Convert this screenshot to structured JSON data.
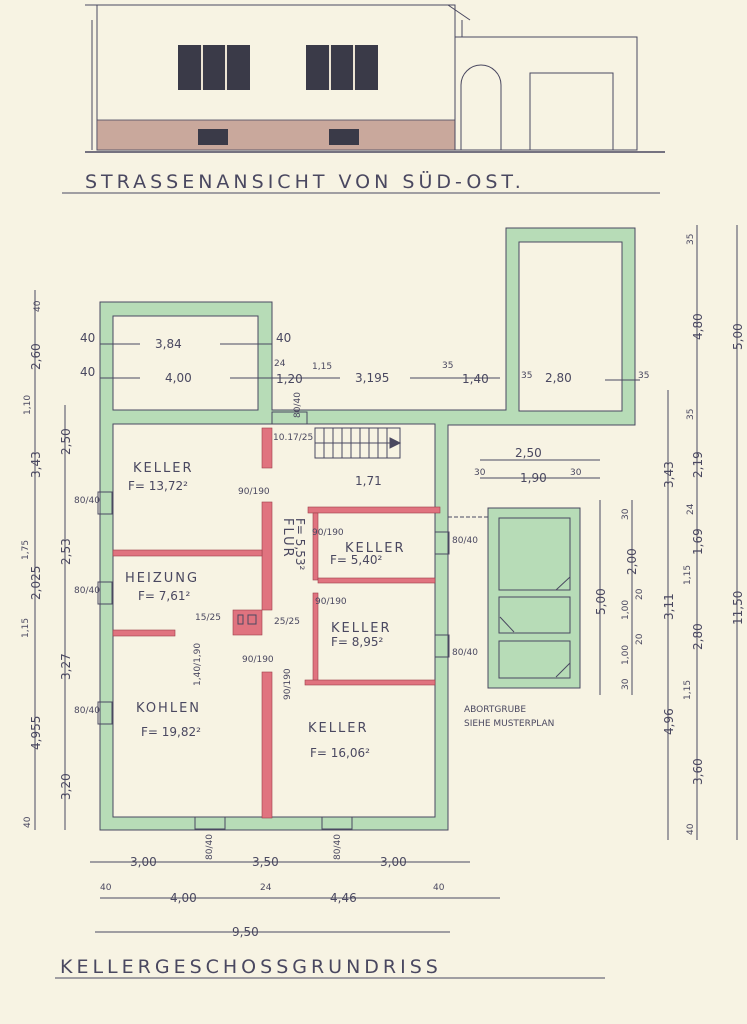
{
  "elevation": {
    "title": "STRASSENANSICHT VON SÜD-OST."
  },
  "plan": {
    "title": "KELLERGESCHOSSGRUNDRISS",
    "rooms": [
      {
        "name": "KELLER",
        "area": "F= 13,72²"
      },
      {
        "name": "HEIZUNG",
        "area": "F= 7,61²"
      },
      {
        "name": "KOHLEN",
        "area": "F= 19,82²"
      },
      {
        "name": "KELLER",
        "area": "F= 16,06²"
      },
      {
        "name": "KELLER",
        "area": "F= 5,40²"
      },
      {
        "name": "KELLER",
        "area": "F= 8,95²"
      },
      {
        "name": "FLUR",
        "area": "F= 5,53²"
      }
    ],
    "note": [
      "ABORTGRUBE",
      "SIEHE MUSTERPLAN"
    ],
    "stairs": "10.17/25",
    "stair_height": "1,71",
    "dims_top": [
      "40",
      "3,84",
      "40",
      "40",
      "4,00",
      "24",
      "1,20",
      "1,15",
      "3,195",
      "35",
      "1,40",
      "35",
      "2,80",
      "35"
    ],
    "dims_inner": [
      "90/190",
      "90/190",
      "90/190",
      "90/190",
      "90/190",
      "15/25",
      "25/25",
      "1,40/1,90",
      "80/40",
      "80/40",
      "80/40",
      "80/40",
      "80/40",
      "80/40",
      "80/40",
      "80/40"
    ],
    "dims_right_top": [
      "2,50",
      "30",
      "1,90",
      "30"
    ],
    "dims_right_col": [
      "30",
      "2,00",
      "20",
      "1,00",
      "20",
      "1,00",
      "30",
      "5,00",
      "3,43",
      "3,11",
      "4,96",
      "35",
      "4,80",
      "35",
      "2,19",
      "24",
      "1,69",
      "1,15",
      "2,80",
      "1,15",
      "3,60",
      "40",
      "5,00",
      "11,50"
    ],
    "dims_left": [
      "40",
      "2,60",
      "1,10",
      "3,43",
      "1,75",
      "2,025",
      "1,15",
      "4,955",
      "40",
      "2,50",
      "2,53",
      "3,27",
      "3,20"
    ],
    "dims_bottom": [
      "3,00",
      "3,50",
      "3,00",
      "40",
      "4,00",
      "24",
      "4,46",
      "40",
      "9,50"
    ]
  },
  "colors": {
    "paper": "#f7f3e3",
    "ink": "#4a4860",
    "outer_wall": "#b7dcb7",
    "inner_wall": "#e0737f"
  }
}
